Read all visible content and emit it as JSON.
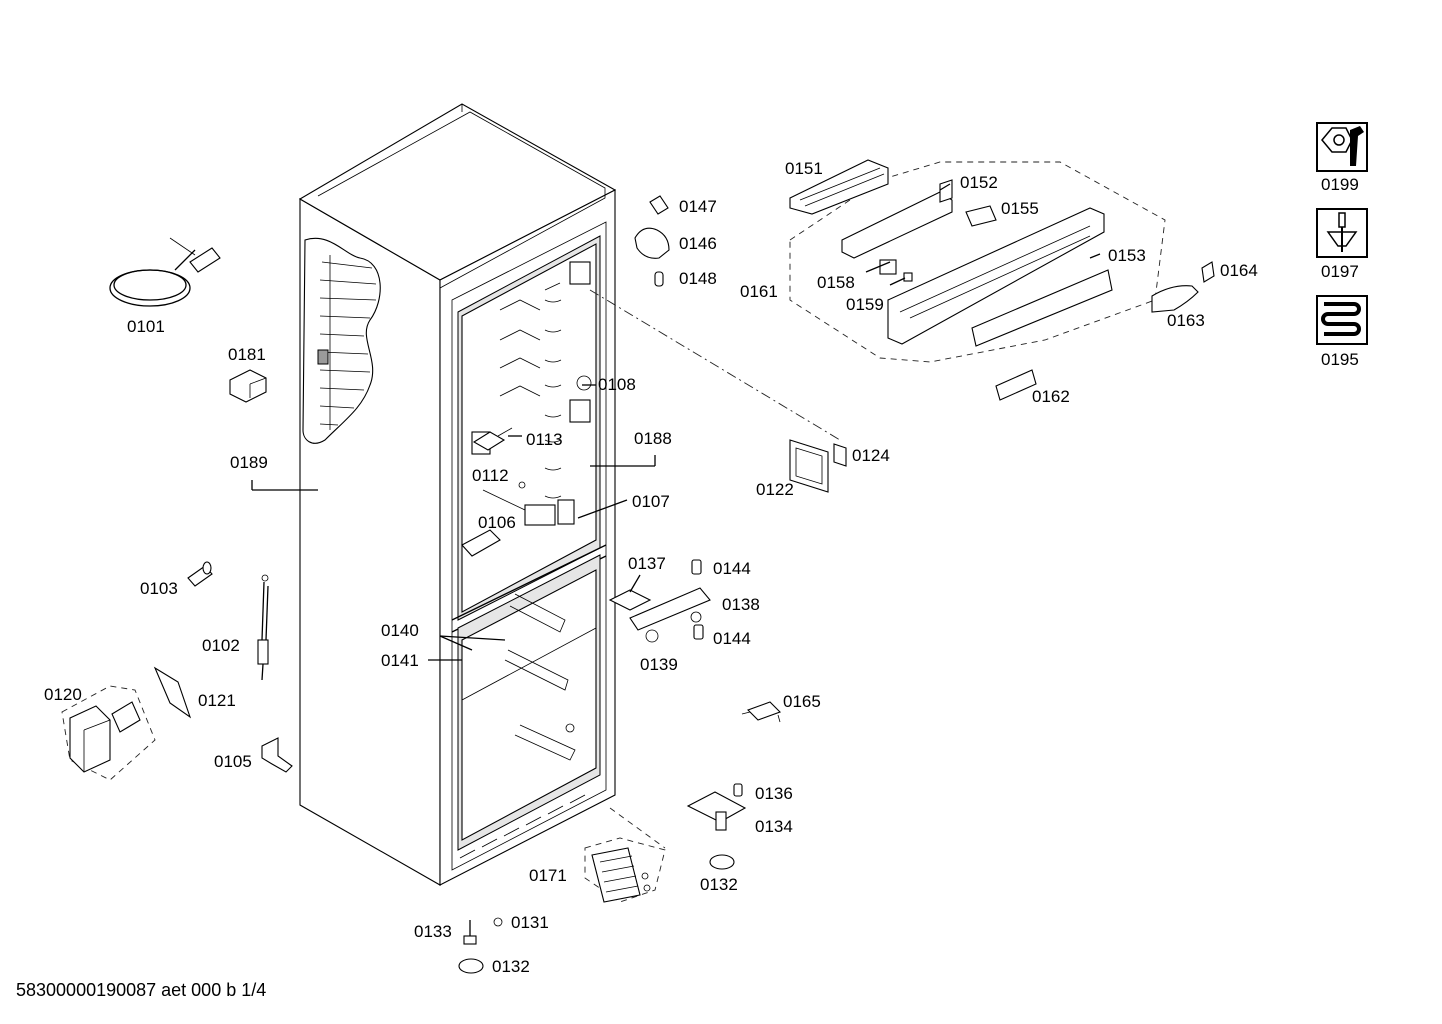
{
  "footer_text": "58300000190087 aet 000 b 1/4",
  "part_labels": [
    {
      "id": "p0101",
      "text": "0101"
    },
    {
      "id": "p0181",
      "text": "0181"
    },
    {
      "id": "p0189",
      "text": "0189"
    },
    {
      "id": "p0103",
      "text": "0103"
    },
    {
      "id": "p0102",
      "text": "0102"
    },
    {
      "id": "p0120",
      "text": "0120"
    },
    {
      "id": "p0121",
      "text": "0121"
    },
    {
      "id": "p0105",
      "text": "0105"
    },
    {
      "id": "p0140",
      "text": "0140"
    },
    {
      "id": "p0141",
      "text": "0141"
    },
    {
      "id": "p0108",
      "text": "0108"
    },
    {
      "id": "p0113",
      "text": "0113"
    },
    {
      "id": "p0188",
      "text": "0188"
    },
    {
      "id": "p0112",
      "text": "0112"
    },
    {
      "id": "p0106",
      "text": "0106"
    },
    {
      "id": "p0107",
      "text": "0107"
    },
    {
      "id": "p0147",
      "text": "0147"
    },
    {
      "id": "p0146",
      "text": "0146"
    },
    {
      "id": "p0148",
      "text": "0148"
    },
    {
      "id": "p0151",
      "text": "0151"
    },
    {
      "id": "p0152",
      "text": "0152"
    },
    {
      "id": "p0155",
      "text": "0155"
    },
    {
      "id": "p0153",
      "text": "0153"
    },
    {
      "id": "p0161",
      "text": "0161"
    },
    {
      "id": "p0158",
      "text": "0158"
    },
    {
      "id": "p0159",
      "text": "0159"
    },
    {
      "id": "p0162",
      "text": "0162"
    },
    {
      "id": "p0164",
      "text": "0164"
    },
    {
      "id": "p0163",
      "text": "0163"
    },
    {
      "id": "p0124",
      "text": "0124"
    },
    {
      "id": "p0122",
      "text": "0122"
    },
    {
      "id": "p0137",
      "text": "0137"
    },
    {
      "id": "p0144a",
      "text": "0144"
    },
    {
      "id": "p0138",
      "text": "0138"
    },
    {
      "id": "p0144b",
      "text": "0144"
    },
    {
      "id": "p0139",
      "text": "0139"
    },
    {
      "id": "p0165",
      "text": "0165"
    },
    {
      "id": "p0136",
      "text": "0136"
    },
    {
      "id": "p0134",
      "text": "0134"
    },
    {
      "id": "p0132a",
      "text": "0132"
    },
    {
      "id": "p0171",
      "text": "0171"
    },
    {
      "id": "p0133",
      "text": "0133"
    },
    {
      "id": "p0131",
      "text": "0131"
    },
    {
      "id": "p0132b",
      "text": "0132"
    },
    {
      "id": "p0199",
      "text": "0199"
    },
    {
      "id": "p0197",
      "text": "0197"
    },
    {
      "id": "p0195",
      "text": "0195"
    }
  ],
  "icons": [
    {
      "name": "wrench-nut-icon",
      "label_ref": "p0199"
    },
    {
      "name": "screwdriver-icon",
      "label_ref": "p0197"
    },
    {
      "name": "heating-coil-icon",
      "label_ref": "p0195"
    }
  ]
}
